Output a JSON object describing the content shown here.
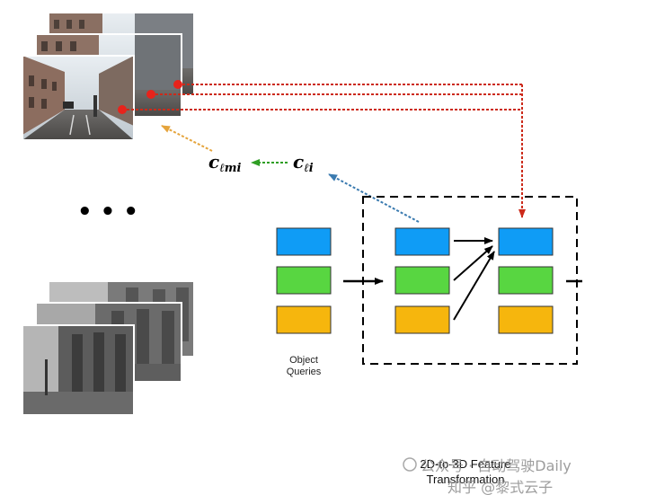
{
  "labels": {
    "c_lmi_base": "c",
    "c_lmi_sub": "ℓmi",
    "c_li_base": "c",
    "c_li_sub": "ℓi",
    "ellipsis": "• • •",
    "object_queries_line1": "Object",
    "object_queries_line2": "Queries",
    "transform_line1": "2D-to-3D Feature",
    "transform_line2": "Transformation"
  },
  "watermark": {
    "line1": "公众号 · 自动驾驶Daily",
    "line2": "知乎 @黎式云子"
  },
  "colors": {
    "query_blue": "#0f9cf6",
    "query_green": "#58d641",
    "query_yellow": "#f6b60d",
    "arrow_red": "#cc2a1a",
    "arrow_green": "#2f9e24",
    "arrow_blue": "#3b7bb0",
    "arrow_orange": "#e5a43c",
    "feature_point": "#e8231b"
  }
}
